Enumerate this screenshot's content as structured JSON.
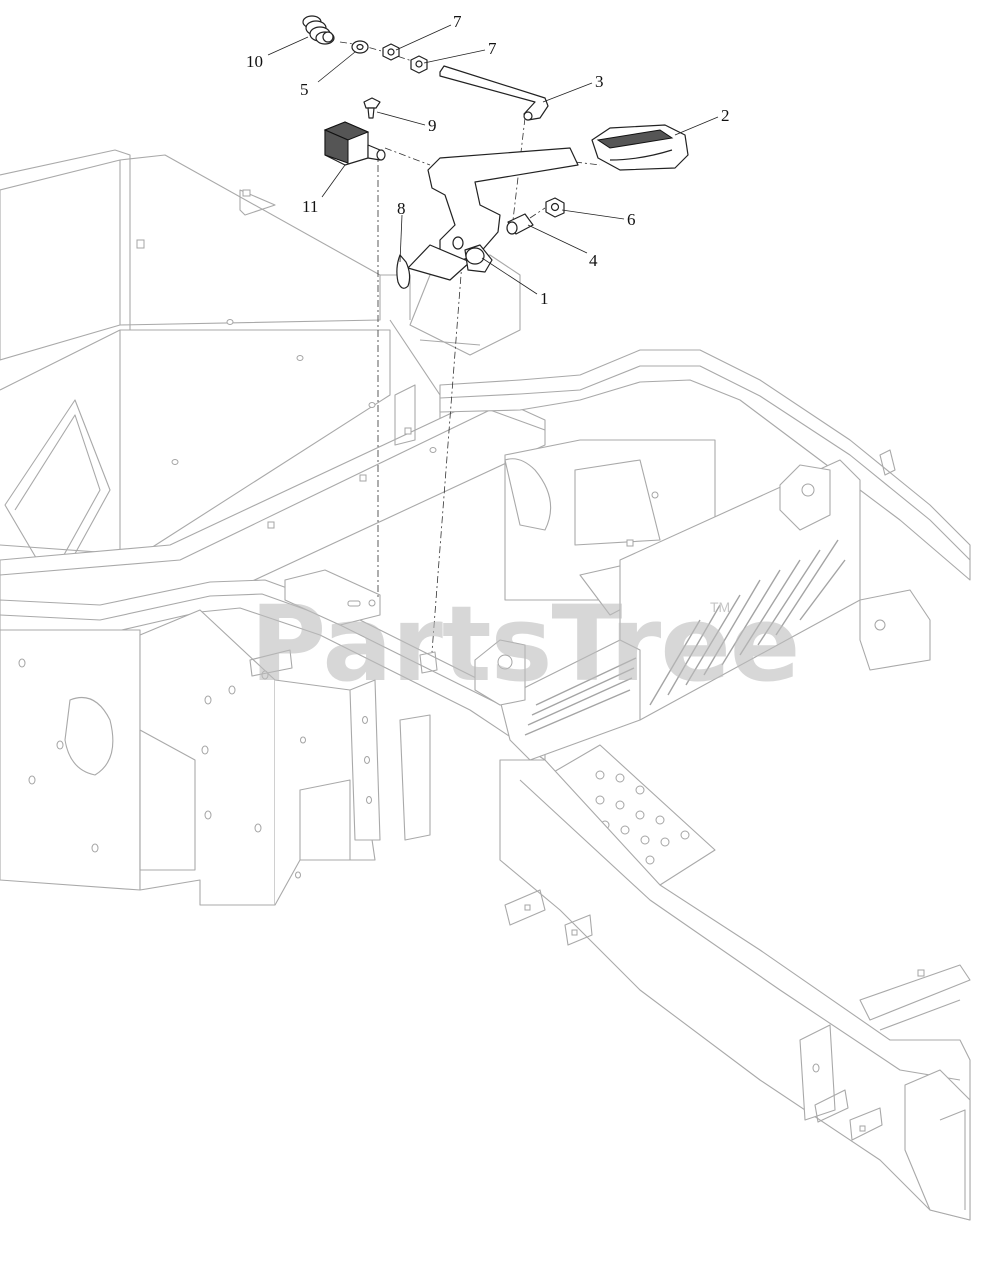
{
  "diagram": {
    "watermark": "PartsTree",
    "trademark": "TM",
    "callouts": [
      {
        "id": "c10",
        "label": "10"
      },
      {
        "id": "c5",
        "label": "5"
      },
      {
        "id": "c7a",
        "label": "7"
      },
      {
        "id": "c7b",
        "label": "7"
      },
      {
        "id": "c3",
        "label": "3"
      },
      {
        "id": "c2",
        "label": "2"
      },
      {
        "id": "c9",
        "label": "9"
      },
      {
        "id": "c11",
        "label": "11"
      },
      {
        "id": "c8",
        "label": "8"
      },
      {
        "id": "c6",
        "label": "6"
      },
      {
        "id": "c4",
        "label": "4"
      },
      {
        "id": "c1",
        "label": "1"
      }
    ]
  }
}
